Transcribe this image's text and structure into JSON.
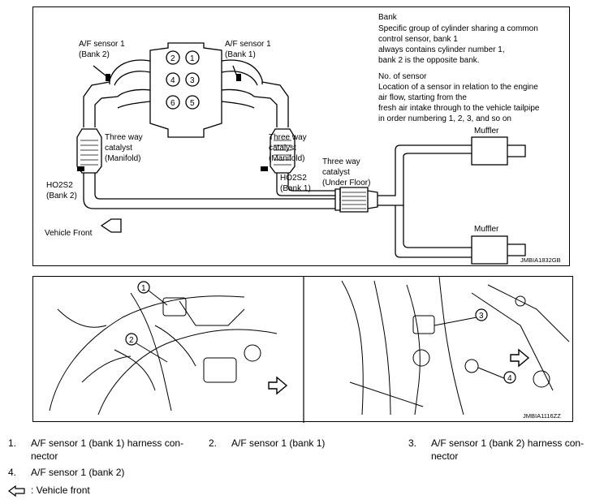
{
  "diagram": {
    "labels": {
      "af_sensor_bank2": [
        "A/F sensor 1",
        "(Bank 2)"
      ],
      "af_sensor_bank1": [
        "A/F sensor 1",
        "(Bank 1)"
      ],
      "catalyst_manifold_left": [
        "Three way",
        "catalyst",
        "(Manifold)"
      ],
      "catalyst_manifold_right": [
        "Three way",
        "catalyst",
        "(Manifold)"
      ],
      "catalyst_underfloor": [
        "Three way",
        "catalyst",
        "(Under Floor)"
      ],
      "ho2s2_bank2": [
        "HO2S2",
        "(Bank 2)"
      ],
      "ho2s2_bank1": [
        "HO2S2",
        "(Bank 1)"
      ],
      "muffler_top": "Muffler",
      "muffler_bottom": "Muffler",
      "vehicle_front": "Vehicle Front",
      "code": "JMBIA1832GB"
    },
    "cylinders": [
      "2",
      "1",
      "4",
      "3",
      "6",
      "5"
    ],
    "note_bank": [
      "Bank",
      "Specific group of cylinder sharing a common",
      "control sensor, bank 1",
      "always contains cylinder number 1,",
      "bank 2 is the opposite bank."
    ],
    "note_sensor": [
      "No. of sensor",
      "Location of a sensor in relation to the engine",
      "air flow, starting from the",
      "fresh air intake through to the vehicle tailpipe",
      "in order numbering 1, 2, 3, and so on"
    ]
  },
  "photo": {
    "callouts": [
      "1",
      "2",
      "3",
      "4"
    ],
    "code": "JMBIA1116ZZ"
  },
  "legend": [
    {
      "num": "1.",
      "text": "A/F sensor 1 (bank 1) harness con-",
      "text2": "nector"
    },
    {
      "num": "2.",
      "text": "A/F sensor 1 (bank 1)"
    },
    {
      "num": "3.",
      "text": "A/F sensor 1 (bank 2) harness con-",
      "text2": "nector"
    },
    {
      "num": "4.",
      "text": "A/F sensor 1 (bank 2)"
    }
  ],
  "vehicle_front_legend": ": Vehicle front"
}
